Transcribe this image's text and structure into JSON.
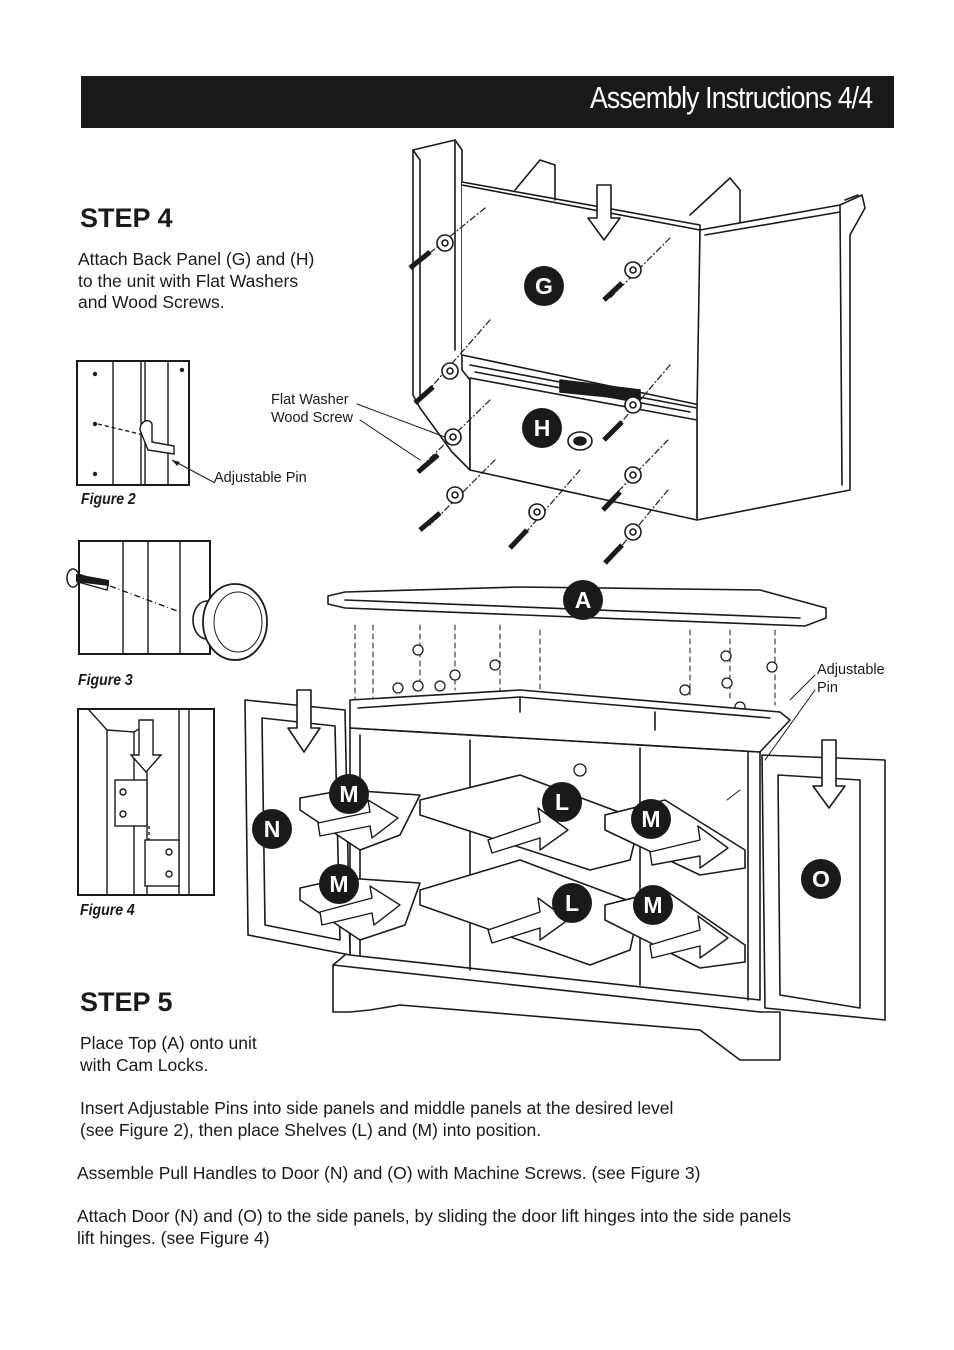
{
  "header": {
    "title": "Assembly Instructions 4/4"
  },
  "step4": {
    "heading": "STEP 4",
    "text": "Attach Back Panel (G) and (H)\nto the unit with Flat Washers\nand Wood Screws."
  },
  "step5": {
    "heading": "STEP 5",
    "text_top": "Place Top (A) onto unit\nwith Cam Locks.",
    "text_pins": "Insert Adjustable Pins into side panels and middle panels at the desired level\n(see Figure 2), then place Shelves (L) and (M) into position.",
    "text_handles": "Assemble Pull Handles to Door (N) and (O) with Machine Screws. (see Figure 3)",
    "text_doors": "Attach Door (N) and (O) to the side panels, by sliding the door lift hinges into the side panels\nlift hinges. (see Figure 4)"
  },
  "figures": {
    "figure2": {
      "caption": "Figure 2",
      "callout": "Adjustable Pin"
    },
    "figure3": {
      "caption": "Figure 3"
    },
    "figure4": {
      "caption": "Figure 4"
    }
  },
  "callouts": {
    "flat_washer": "Flat Washer",
    "wood_screw": "Wood Screw",
    "adjustable_pin": "Adjustable\nPin"
  },
  "parts": {
    "G": "G",
    "H": "H",
    "A": "A",
    "N": "N",
    "O": "O",
    "M1": "M",
    "M2": "M",
    "M3": "M",
    "M4": "M",
    "L1": "L",
    "L2": "L"
  },
  "colors": {
    "ink": "#1a1a1a",
    "header_bg": "#1a1a1a",
    "header_text": "#ffffff"
  }
}
